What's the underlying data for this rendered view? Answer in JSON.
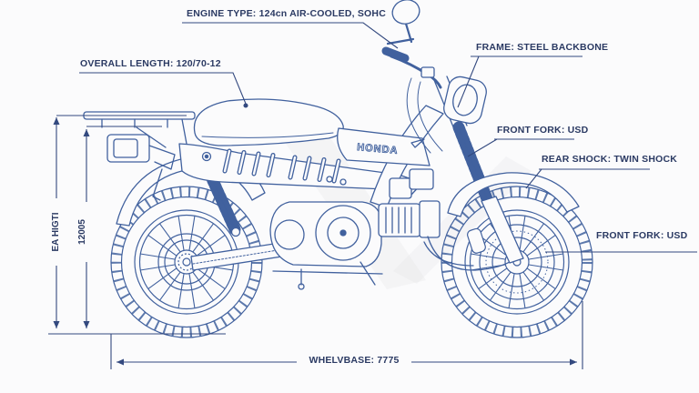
{
  "canvas": {
    "background": "#fbfbfc",
    "line_color": "#41619e",
    "dim_color": "#33497f",
    "text_color": "#2b3a63"
  },
  "callouts": {
    "engine_type": "ENGINE TYPE: 124cn AIR-COOLED, SOHC",
    "frame": "FRAME: STEEL BACKBONE",
    "overall_length": "OVERALL LENGTH: 120/70-12",
    "front_fork_upper": "FRONT FORK: USD",
    "rear_shock": "REAR SHOCK: TWIN SHOCK",
    "front_fork_lower": "FRONT FORK: USD"
  },
  "dimensions": {
    "wheelbase": "WHELVBASE: 7775",
    "height_outer": "EA HIGTI",
    "height_inner": "12005"
  },
  "bike": {
    "brand": "HONDA"
  }
}
